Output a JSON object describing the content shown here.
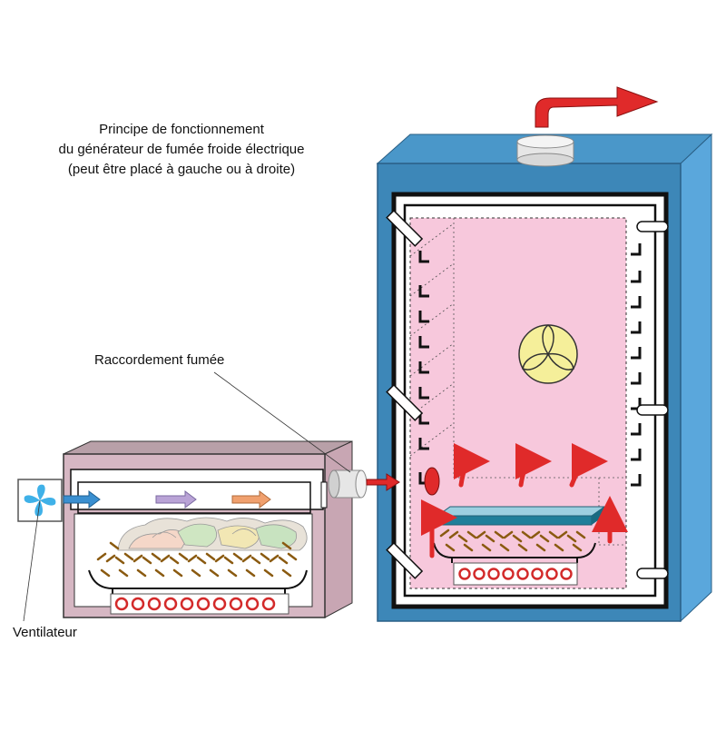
{
  "title": {
    "lines": [
      "Principe de fonctionnement",
      "du générateur de fumée froide électrique",
      "(peut être placé à gauche ou à droite)"
    ]
  },
  "labels": {
    "smoke_connection": "Raccordement fumée",
    "fan": "Ventilateur"
  },
  "colors": {
    "cabinet_blue": "#3d87b8",
    "cabinet_side": "#5aa7dc",
    "chamber_pink": "#f7c8dc",
    "generator_body": "#d6b7c3",
    "air_arrow_blue": "#3a8fd0",
    "air_arrow_lilac": "#b9a3d6",
    "air_arrow_orange": "#f0a06e",
    "smoke_arrow_red": "#e02a2a",
    "heating_coil": "#d32a2a",
    "fan_wheel_yellow": "#f5ef9a",
    "tray_blue": "#1f7f9a"
  },
  "icons": {
    "fan": "fan-icon",
    "convection_fan": "convection-fan-icon",
    "exhaust_cap": "exhaust-vent-icon"
  }
}
